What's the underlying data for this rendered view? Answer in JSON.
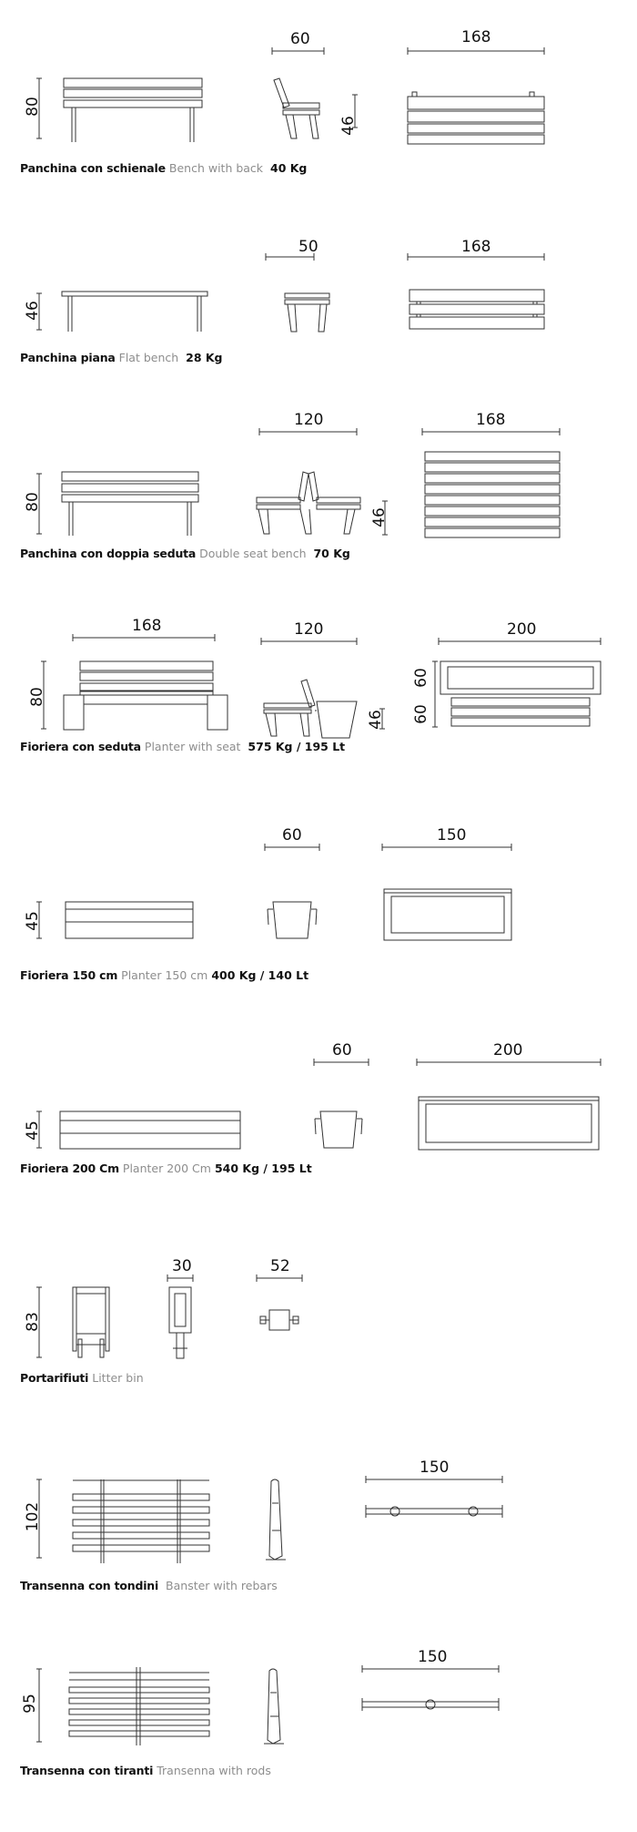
{
  "items": [
    {
      "it": "Panchina con schienale",
      "en": "Bench with back",
      "wt": "40 Kg",
      "d": [
        "60",
        "168",
        "80",
        "46"
      ]
    },
    {
      "it": "Panchina piana",
      "en": "Flat bench",
      "wt": "28 Kg",
      "d": [
        "50",
        "168",
        "46"
      ]
    },
    {
      "it": "Panchina con doppia seduta",
      "en": "Double seat bench",
      "wt": "70 Kg",
      "d": [
        "120",
        "168",
        "80",
        "46"
      ]
    },
    {
      "it": "Fioriera con seduta",
      "en": "Planter with seat",
      "wt": "575 Kg  / 195 Lt",
      "d": [
        "168",
        "120",
        "200",
        "80",
        "46",
        "60",
        "60"
      ]
    },
    {
      "it": "Fioriera 150 cm",
      "en": "Planter 150 cm",
      "wt": "400 Kg / 140 Lt",
      "d": [
        "60",
        "150",
        "45"
      ]
    },
    {
      "it": "Fioriera 200 Cm",
      "en": "Planter 200 Cm",
      "wt": "540 Kg / 195 Lt",
      "d": [
        "60",
        "200",
        "45"
      ]
    },
    {
      "it": "Portarifiuti",
      "en": "Litter bin",
      "wt": "",
      "d": [
        "30",
        "52",
        "83"
      ]
    },
    {
      "it": "Transenna con tondini",
      "en": "Banster with rebars",
      "wt": "",
      "d": [
        "150",
        "102"
      ]
    },
    {
      "it": "Transenna con tiranti",
      "en": "Transenna with rods",
      "wt": "",
      "d": [
        "150",
        "95"
      ]
    }
  ]
}
